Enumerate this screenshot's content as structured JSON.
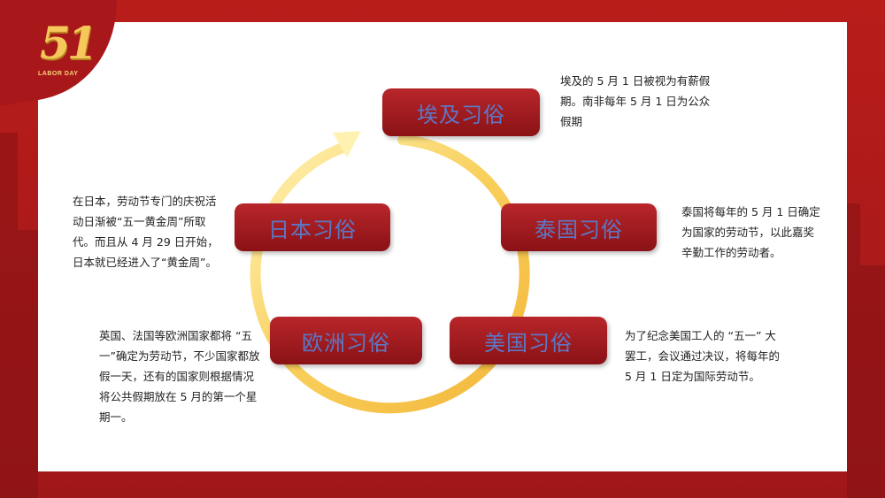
{
  "colors": {
    "background": "#a8181a",
    "panel": "#ffffff",
    "node_fill": "#a81c20",
    "node_text": "#5b78c6",
    "ring": "#f6c34a",
    "logo_gold": "#f6c85c"
  },
  "logo": {
    "number": "51",
    "caption": "LABOR DAY"
  },
  "nodes": {
    "egypt": "埃及习俗",
    "thailand": "泰国习俗",
    "usa": "美国习俗",
    "europe": "欧洲习俗",
    "japan": "日本习俗"
  },
  "descriptions": {
    "egypt": "埃及的 5 月 1 日被视为有薪假期。南非每年 5 月 1 日为公众假期",
    "thailand": "泰国将每年的 5 月 1 日确定为国家的劳动节，以此嘉奖辛勤工作的劳动者。",
    "usa": "为了纪念美国工人的 “五一” 大罢工，会议通过决议，将每年的 5 月 1 日定为国际劳动节。",
    "europe": "英国、法国等欧洲国家都将 “五一”确定为劳动节，不少国家都放假一天，还有的国家则根据情况将公共假期放在 5 月的第一个星期一。",
    "japan": "在日本，劳动节专门的庆祝活动日渐被“五一黄金周”所取代。而且从 4 月 29 日开始，日本就已经进入了“黄金周”。"
  }
}
